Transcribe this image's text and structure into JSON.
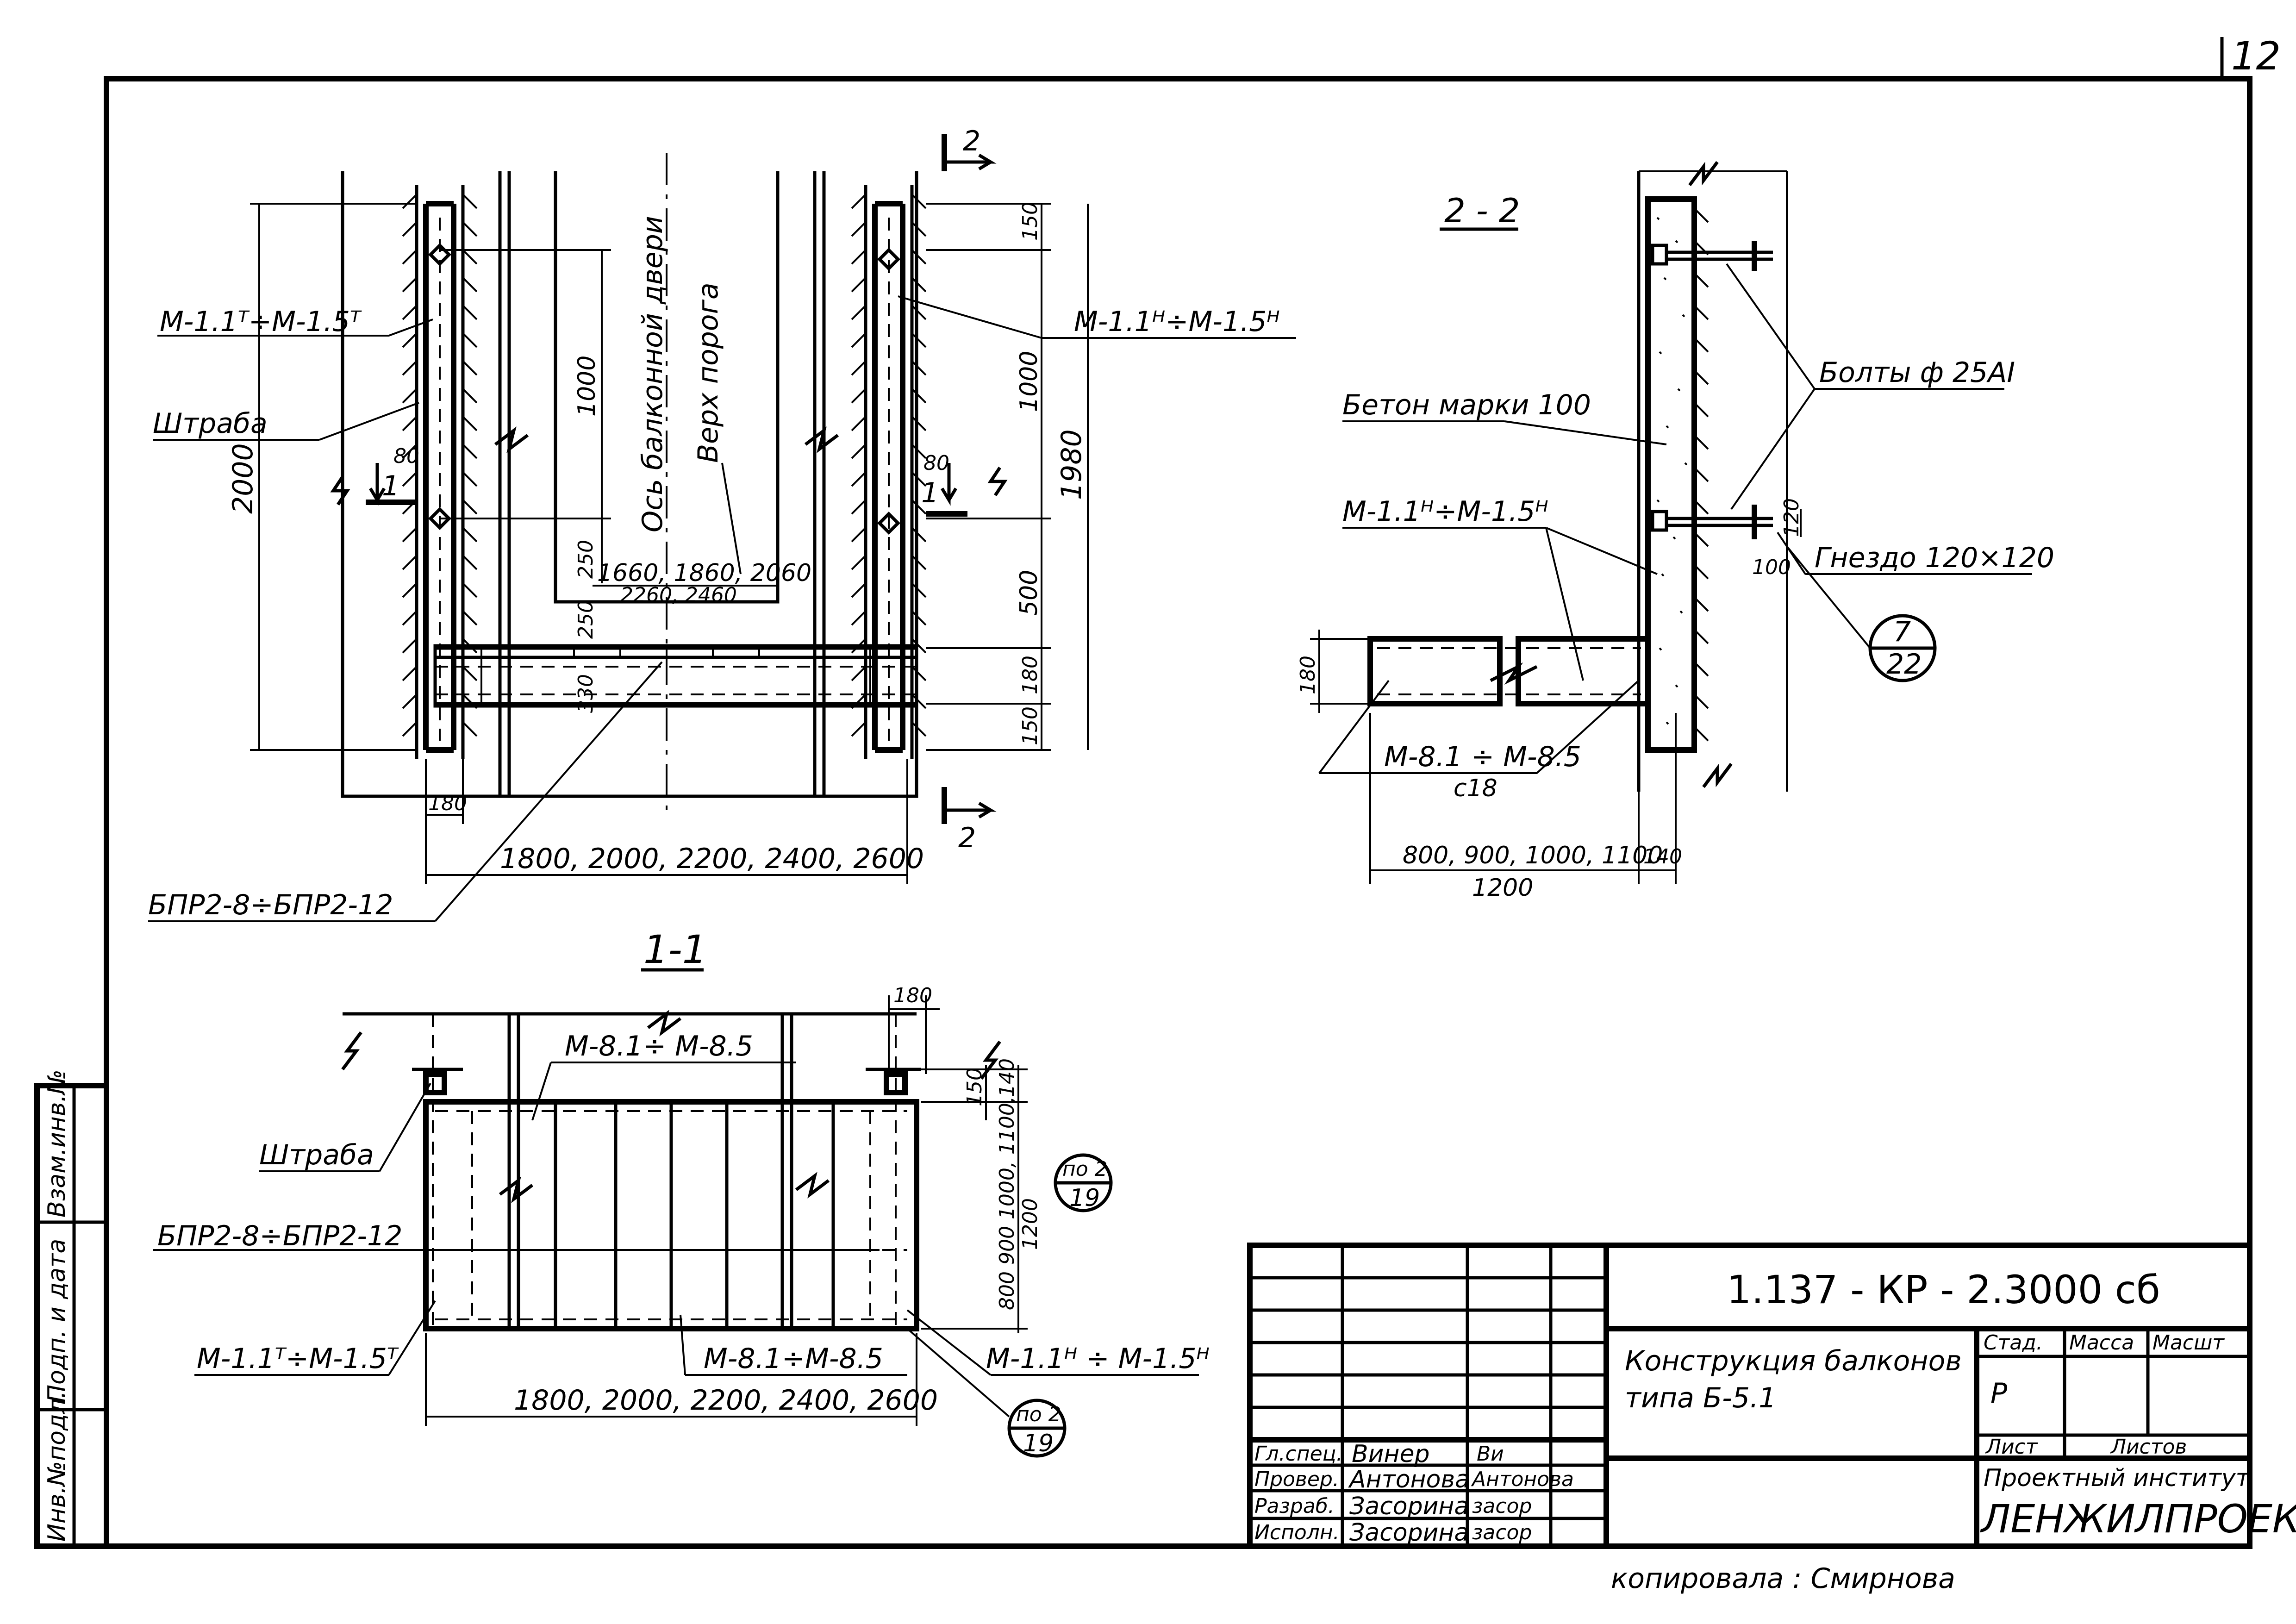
{
  "sheet": {
    "number": "12"
  },
  "plan": {
    "axis_door": "Ось балконной двери",
    "threshold_top": "Верх порога",
    "left_label": "М-1.1ᵀ÷М-1.5ᵀ",
    "right_label": "М-1.1ᴴ÷М-1.5ᴴ",
    "groove": "Штраба",
    "beam_label": "БПР2-8÷БПР2-12",
    "dims": {
      "d2000": "2000",
      "d1980": "1980",
      "d1000_left": "1000",
      "d1000_right": "1000",
      "d150_top": "150",
      "d500": "500",
      "d180_right": "180",
      "d150_bot": "150",
      "d250_a": "250",
      "d250_b": "250",
      "d330": "330",
      "d80_left": "80",
      "d80_right": "80",
      "d180_bottom": "180",
      "widths_line1": "1660, 1860, 2060",
      "widths_line2": "2260, 2460",
      "span": "1800, 2000, 2200, 2400, 2600"
    },
    "cut_1": "1",
    "cut_2": "2"
  },
  "section_2_2": {
    "title": "2 - 2",
    "bolts": "Болты ф 25АI",
    "concrete": "Бетон марки 100",
    "embed_label": "М-1.1ᴴ÷М-1.5ᴴ",
    "socket": "Гнездо 120×120",
    "bottom_label_1": "М-8.1 ÷ М-8.5",
    "bottom_label_2": "с18",
    "dims": {
      "d180": "180",
      "d100": "100",
      "d120": "120",
      "d140": "140",
      "widths": "800, 900, 1000, 1100",
      "w1200": "1200"
    },
    "ref_num": "7",
    "ref_den": "22"
  },
  "section_1_1": {
    "title": "1-1",
    "top_label": "М-8.1÷ М-8.5",
    "groove": "Штраба",
    "beam_label": "БПР2-8÷БПР2-12",
    "left_label": "М-1.1ᵀ÷М-1.5ᵀ",
    "middle_label": "М-8.1÷М-8.5",
    "right_label": "М-1.1ᴴ ÷ М-1.5ᴴ",
    "dims": {
      "d180": "180",
      "d150": "150",
      "d140": "140",
      "depth": "800 900 1000, 1100,",
      "d1200": "1200",
      "span": "1800, 2000, 2200, 2400, 2600"
    },
    "ref_a_num": "по 2",
    "ref_a_den": "19",
    "ref_b_num": "по 2",
    "ref_b_den": "19"
  },
  "side_stamp": {
    "c1": "Инв.№подл.",
    "c2": "Подп. и дата",
    "c3": "Взам.инв.№"
  },
  "title_block": {
    "code": "1.137 - КР - 2.3000 сб",
    "title_line1": "Конструкция балконов",
    "title_line2": "типа Б-5.1",
    "stage_hdr": "Стад.",
    "mass_hdr": "Масса",
    "scale_hdr": "Масшт",
    "stage": "Р",
    "sheet_hdr": "Лист",
    "sheets_hdr": "Листов",
    "org_line1": "Проектный институт",
    "org_line2": "ЛЕНЖИЛПРОЕКТ",
    "roles": [
      {
        "role": "Гл.спец.",
        "name": "Винер",
        "sign": "Ви"
      },
      {
        "role": "Провер.",
        "name": "Антонова",
        "sign": "Антонова"
      },
      {
        "role": "Разраб.",
        "name": "Засорина",
        "sign": "засор"
      },
      {
        "role": "Исполн.",
        "name": "Засорина",
        "sign": "засор"
      }
    ]
  },
  "copied_by": "копировала : Смирнова"
}
